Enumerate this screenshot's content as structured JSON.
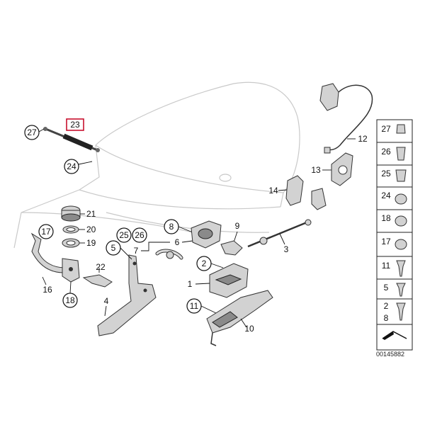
{
  "callouts": {
    "c1": "1",
    "c2": "2",
    "c3": "3",
    "c4": "4",
    "c5": "5",
    "c6": "6",
    "c7": "7",
    "c8": "8",
    "c9": "9",
    "c10": "10",
    "c11": "11",
    "c12": "12",
    "c13": "13",
    "c14": "14",
    "c16": "16",
    "c17": "17",
    "c18": "18",
    "c19": "19",
    "c20": "20",
    "c21": "21",
    "c22": "22",
    "c23": "23",
    "c24": "24",
    "c25": "25",
    "c26": "26",
    "c27": "27"
  },
  "highlight_color": "#c8102e",
  "legend": {
    "items": [
      "27",
      "26",
      "25",
      "24",
      "18",
      "17",
      "11",
      "5",
      "2",
      "8"
    ]
  },
  "reference_number": "00145882"
}
